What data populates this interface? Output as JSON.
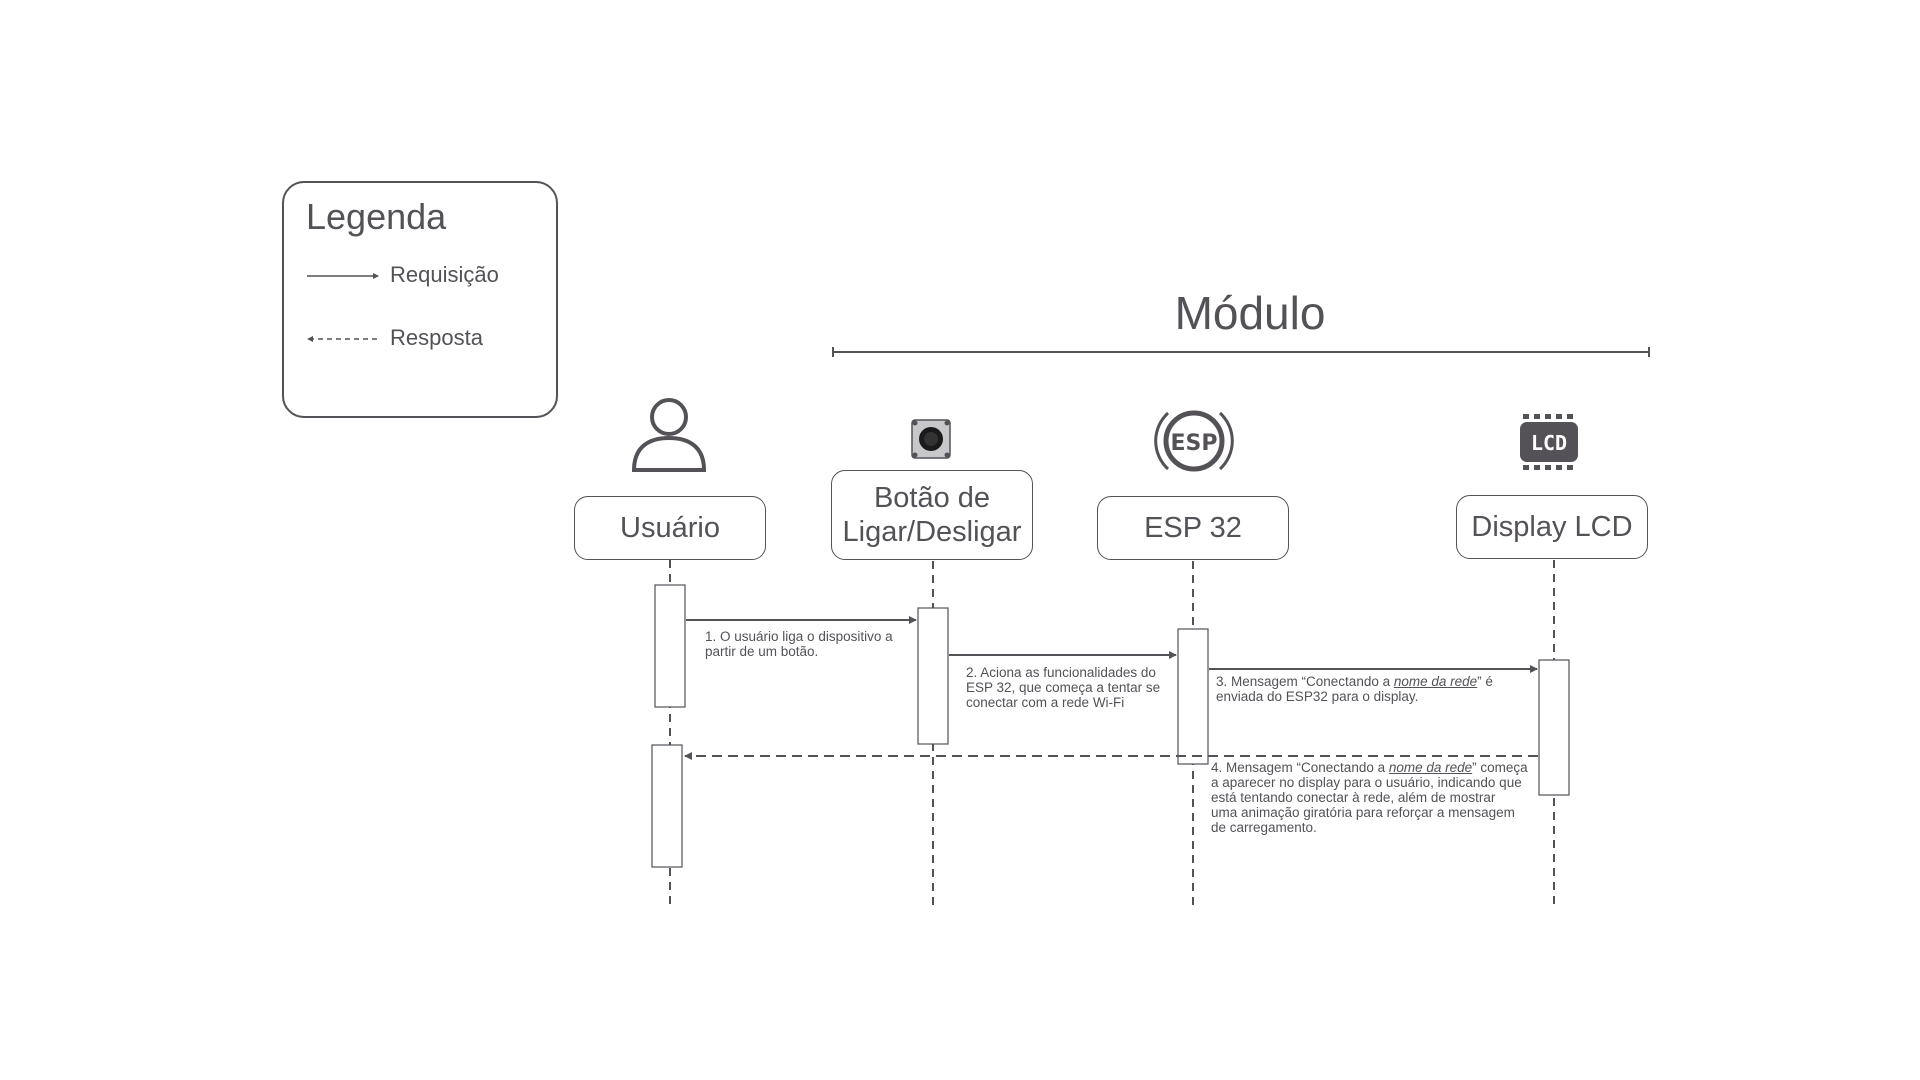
{
  "legend": {
    "title": "Legenda",
    "request_label": "Requisição",
    "response_label": "Resposta"
  },
  "module": {
    "title": "Módulo"
  },
  "participants": {
    "user": "Usuário",
    "button": "Botão de\nLigar/Desligar",
    "esp": "ESP 32",
    "lcd": "Display LCD"
  },
  "icons": {
    "user": "person-icon",
    "button": "push-button-icon",
    "esp": "esp-icon",
    "esp_text": "ESP",
    "lcd": "lcd-chip-icon",
    "lcd_text": "LCD"
  },
  "messages": {
    "m1_line1": "1. O usuário liga o dispositivo a",
    "m1_line2": "partir de um botão.",
    "m2_line1": "2. Aciona as funcionalidades do",
    "m2_line2": "ESP 32, que começa a tentar se",
    "m2_line3": "conectar com a rede Wi-Fi",
    "m3_prefix": "3. Mensagem “Conectando a ",
    "m3_emph": "nome da rede",
    "m3_suffix": "” é",
    "m3_line2": "enviada do ESP32 para o display.",
    "m4_prefix": "4. Mensagem “Conectando a ",
    "m4_emph": "nome da rede",
    "m4_suffix": "” começa",
    "m4_line2": "a aparecer no display para o usuário, indicando que",
    "m4_line3": "está tentando conectar à rede, além de mostrar",
    "m4_line4": "uma animação giratória para reforçar a mensagem",
    "m4_line5": "de carregamento."
  },
  "colors": {
    "stroke": "#545157",
    "icon_fill": "#545157",
    "background": "#ffffff"
  }
}
